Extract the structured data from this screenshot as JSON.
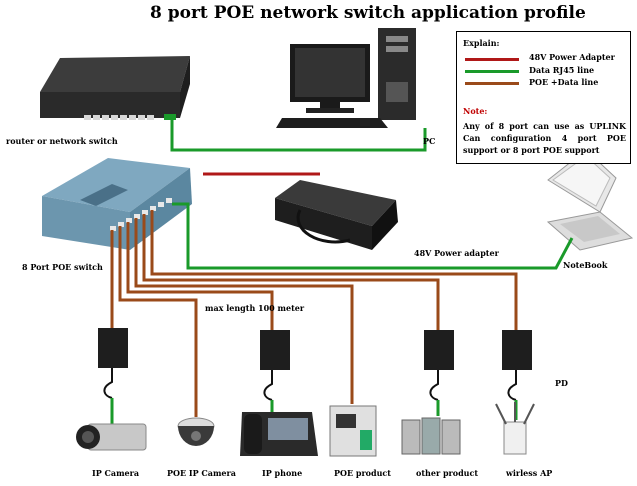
{
  "title": "8 port POE network switch application profile",
  "legend": {
    "heading": "Explain:",
    "items": [
      {
        "label": "48V Power Adapter",
        "color": "#b01818"
      },
      {
        "label": "Data RJ45 line",
        "color": "#1a9a2a"
      },
      {
        "label": "POE +Data line",
        "color": "#9a4a1a"
      }
    ],
    "note_heading": "Note:",
    "note_text": "Any of 8 port can use as UPLINK Can configuration 4 port POE support or 8 port POE support"
  },
  "labels": {
    "router": "router or network switch",
    "pc": "PC",
    "poe_switch": "8 Port POE switch",
    "adapter": "48V Power adapter",
    "notebook": "NoteBook",
    "max_length": "max length 100 meter",
    "pd": "PD",
    "ip_camera": "IP Camera",
    "poe_ip_camera": "POE IP Camera",
    "ip_phone": "IP phone",
    "poe_product": "POE product",
    "other_product": "other   product",
    "wireless_ap": "wirless AP"
  },
  "colors": {
    "power": "#b01818",
    "data": "#1a9a2a",
    "poe": "#9a4a1a"
  }
}
